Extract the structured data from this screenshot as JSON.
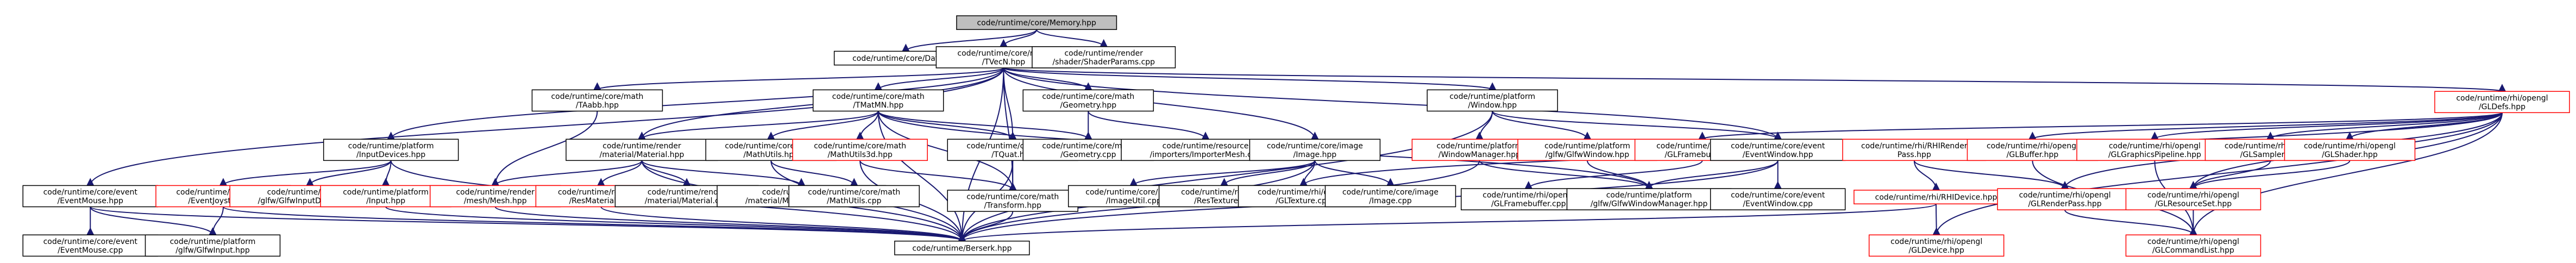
{
  "colors": {
    "edge": "#191970",
    "root_fill": "#bfbfbf",
    "red_border": "#ff0000",
    "node_border": "#000000"
  },
  "nodes": [
    {
      "id": "memory",
      "label": [
        "code/runtime/core/Memory.hpp"
      ],
      "kind": "root"
    },
    {
      "id": "data_cpp",
      "label": [
        "code/runtime/core/Data.cpp"
      ]
    },
    {
      "id": "tvecn",
      "label": [
        "code/runtime/core/math",
        "/TVecN.hpp"
      ]
    },
    {
      "id": "shaderparams",
      "label": [
        "code/runtime/render",
        "/shader/ShaderParams.cpp"
      ]
    },
    {
      "id": "taabb",
      "label": [
        "code/runtime/core/math",
        "/TAabb.hpp"
      ]
    },
    {
      "id": "tmatmn",
      "label": [
        "code/runtime/core/math",
        "/TMatMN.hpp"
      ]
    },
    {
      "id": "geometry_hpp",
      "label": [
        "code/runtime/core/math",
        "/Geometry.hpp"
      ]
    },
    {
      "id": "window_hpp",
      "label": [
        "code/runtime/platform",
        "/Window.hpp"
      ]
    },
    {
      "id": "gldefs",
      "label": [
        "code/runtime/rhi/opengl",
        "/GLDefs.hpp"
      ],
      "kind": "red"
    },
    {
      "id": "inputdevices_hpp",
      "label": [
        "code/runtime/platform",
        "/InputDevices.hpp"
      ]
    },
    {
      "id": "material_hpp",
      "label": [
        "code/runtime/render",
        "/material/Material.hpp"
      ]
    },
    {
      "id": "mathutils_hpp",
      "label": [
        "code/runtime/core/math",
        "/MathUtils.hpp"
      ]
    },
    {
      "id": "mathutils3d",
      "label": [
        "code/runtime/core/math",
        "/MathUtils3d.hpp"
      ],
      "kind": "red"
    },
    {
      "id": "tquat",
      "label": [
        "code/runtime/core/math",
        "/TQuat.hpp"
      ]
    },
    {
      "id": "geometry_cpp",
      "label": [
        "code/runtime/core/math",
        "/Geometry.cpp"
      ]
    },
    {
      "id": "importermesh",
      "label": [
        "code/runtime/resource",
        "/importers/ImporterMesh.cpp"
      ]
    },
    {
      "id": "image_hpp",
      "label": [
        "code/runtime/core/image",
        "/Image.hpp"
      ]
    },
    {
      "id": "windowmanager",
      "label": [
        "code/runtime/platform",
        "/WindowManager.hpp"
      ],
      "kind": "red"
    },
    {
      "id": "glfwwindow_hpp",
      "label": [
        "code/runtime/platform",
        "/glfw/GlfwWindow.hpp"
      ],
      "kind": "red"
    },
    {
      "id": "glframebuffer_hpp",
      "label": [
        "code/runtime/rhi/opengl",
        "/GLFramebuffer.hpp"
      ],
      "kind": "red"
    },
    {
      "id": "eventwindow_hpp",
      "label": [
        "code/runtime/core/event",
        "/EventWindow.hpp"
      ]
    },
    {
      "id": "rhirenderpass",
      "label": [
        "code/runtime/rhi/RHIRender",
        "Pass.hpp"
      ],
      "kind": "red"
    },
    {
      "id": "glbuffer",
      "label": [
        "code/runtime/rhi/opengl",
        "/GLBuffer.hpp"
      ],
      "kind": "red"
    },
    {
      "id": "glpipeline",
      "label": [
        "code/runtime/rhi/opengl",
        "/GLGraphicsPipeline.hpp"
      ],
      "kind": "red"
    },
    {
      "id": "glsampler",
      "label": [
        "code/runtime/rhi/opengl",
        "/GLSampler.hpp"
      ],
      "kind": "red"
    },
    {
      "id": "glshader",
      "label": [
        "code/runtime/rhi/opengl",
        "/GLShader.hpp"
      ],
      "kind": "red"
    },
    {
      "id": "eventmouse_hpp",
      "label": [
        "code/runtime/core/event",
        "/EventMouse.hpp"
      ]
    },
    {
      "id": "eventjoystick",
      "label": [
        "code/runtime/core/event",
        "/EventJoystick.hpp"
      ],
      "kind": "red"
    },
    {
      "id": "glfwinputdevices",
      "label": [
        "code/runtime/platform",
        "/glfw/GlfwInputDevices.hpp"
      ],
      "kind": "red"
    },
    {
      "id": "input_hpp",
      "label": [
        "code/runtime/platform",
        "/Input.hpp"
      ],
      "kind": "red"
    },
    {
      "id": "mesh_hpp",
      "label": [
        "code/runtime/render",
        "/mesh/Mesh.hpp"
      ],
      "kind": "red"
    },
    {
      "id": "resmaterial",
      "label": [
        "code/runtime/resource",
        "/ResMaterial.hpp"
      ],
      "kind": "red"
    },
    {
      "id": "material_cpp",
      "label": [
        "code/runtime/render",
        "/material/Material.cpp"
      ]
    },
    {
      "id": "materialparams",
      "label": [
        "code/runtime/render",
        "/material/MaterialParams.cpp"
      ]
    },
    {
      "id": "mathutils_cpp",
      "label": [
        "code/runtime/core/math",
        "/MathUtils.cpp"
      ]
    },
    {
      "id": "transform",
      "label": [
        "code/runtime/core/math",
        "/Transform.hpp"
      ]
    },
    {
      "id": "imageutil",
      "label": [
        "code/runtime/core/image",
        "/ImageUtil.cpp"
      ]
    },
    {
      "id": "restexture",
      "label": [
        "code/runtime/resource",
        "/ResTexture.cpp"
      ]
    },
    {
      "id": "gltexture",
      "label": [
        "code/runtime/rhi/opengl",
        "/GLTexture.cpp"
      ]
    },
    {
      "id": "image_cpp",
      "label": [
        "code/runtime/core/image",
        "/Image.cpp"
      ]
    },
    {
      "id": "glframebuffer_cpp",
      "label": [
        "code/runtime/rhi/opengl",
        "/GLFramebuffer.cpp"
      ]
    },
    {
      "id": "glfwwindowmanager",
      "label": [
        "code/runtime/platform",
        "/glfw/GlfwWindowManager.hpp"
      ]
    },
    {
      "id": "eventwindow_cpp",
      "label": [
        "code/runtime/core/event",
        "/EventWindow.cpp"
      ]
    },
    {
      "id": "rhidevice",
      "label": [
        "code/runtime/rhi/RHIDevice.hpp"
      ],
      "kind": "red"
    },
    {
      "id": "glrenderpass",
      "label": [
        "code/runtime/rhi/opengl",
        "/GLRenderPass.hpp"
      ],
      "kind": "red"
    },
    {
      "id": "glresourceset",
      "label": [
        "code/runtime/rhi/opengl",
        "/GLResourceSet.hpp"
      ],
      "kind": "red"
    },
    {
      "id": "eventmouse_cpp",
      "label": [
        "code/runtime/core/event",
        "/EventMouse.cpp"
      ]
    },
    {
      "id": "glfwinput",
      "label": [
        "code/runtime/platform",
        "/glfw/GlfwInput.hpp"
      ]
    },
    {
      "id": "berserk",
      "label": [
        "code/runtime/Berserk.hpp"
      ]
    },
    {
      "id": "gldevice",
      "label": [
        "code/runtime/rhi/opengl",
        "/GLDevice.hpp"
      ],
      "kind": "red"
    },
    {
      "id": "glcommandlist",
      "label": [
        "code/runtime/rhi/opengl",
        "/GLCommandList.hpp"
      ],
      "kind": "red"
    }
  ],
  "edges": [
    [
      "memory",
      "data_cpp"
    ],
    [
      "memory",
      "tvecn"
    ],
    [
      "memory",
      "shaderparams"
    ],
    [
      "tvecn",
      "taabb"
    ],
    [
      "tvecn",
      "tmatmn"
    ],
    [
      "tvecn",
      "geometry_hpp"
    ],
    [
      "tvecn",
      "window_hpp"
    ],
    [
      "tvecn",
      "gldefs"
    ],
    [
      "tvecn",
      "inputdevices_hpp"
    ],
    [
      "tvecn",
      "material_hpp"
    ],
    [
      "tvecn",
      "tquat"
    ],
    [
      "tvecn",
      "transform"
    ],
    [
      "tvecn",
      "image_hpp"
    ],
    [
      "tvecn",
      "eventmouse_hpp"
    ],
    [
      "tvecn",
      "eventwindow_hpp"
    ],
    [
      "tvecn",
      "berserk"
    ],
    [
      "taabb",
      "mesh_hpp"
    ],
    [
      "tmatmn",
      "material_hpp"
    ],
    [
      "tmatmn",
      "mathutils_hpp"
    ],
    [
      "tmatmn",
      "mathutils3d"
    ],
    [
      "tmatmn",
      "tquat"
    ],
    [
      "tmatmn",
      "geometry_cpp"
    ],
    [
      "tmatmn",
      "transform"
    ],
    [
      "tmatmn",
      "glfwwindowmanager"
    ],
    [
      "tmatmn",
      "berserk"
    ],
    [
      "geometry_hpp",
      "geometry_cpp"
    ],
    [
      "geometry_hpp",
      "importermesh"
    ],
    [
      "window_hpp",
      "windowmanager"
    ],
    [
      "window_hpp",
      "glfwwindow_hpp"
    ],
    [
      "window_hpp",
      "eventwindow_hpp"
    ],
    [
      "window_hpp",
      "berserk"
    ],
    [
      "gldefs",
      "glframebuffer_hpp"
    ],
    [
      "gldefs",
      "glbuffer"
    ],
    [
      "gldefs",
      "glpipeline"
    ],
    [
      "gldefs",
      "glsampler"
    ],
    [
      "gldefs",
      "glshader"
    ],
    [
      "gldefs",
      "gltexture"
    ],
    [
      "gldefs",
      "glrenderpass"
    ],
    [
      "gldefs",
      "glresourceset"
    ],
    [
      "gldefs",
      "gldevice"
    ],
    [
      "gldefs",
      "glcommandlist"
    ],
    [
      "inputdevices_hpp",
      "eventjoystick"
    ],
    [
      "inputdevices_hpp",
      "glfwinputdevices"
    ],
    [
      "inputdevices_hpp",
      "input_hpp"
    ],
    [
      "inputdevices_hpp",
      "berserk"
    ],
    [
      "material_hpp",
      "mesh_hpp"
    ],
    [
      "material_hpp",
      "resmaterial"
    ],
    [
      "material_hpp",
      "material_cpp"
    ],
    [
      "material_hpp",
      "materialparams"
    ],
    [
      "material_hpp",
      "berserk"
    ],
    [
      "mathutils_hpp",
      "mathutils_cpp"
    ],
    [
      "mathutils_hpp",
      "berserk"
    ],
    [
      "mathutils3d",
      "transform"
    ],
    [
      "mathutils3d",
      "berserk"
    ],
    [
      "tquat",
      "transform"
    ],
    [
      "tquat",
      "berserk"
    ],
    [
      "image_hpp",
      "imageutil"
    ],
    [
      "image_hpp",
      "restexture"
    ],
    [
      "image_hpp",
      "gltexture"
    ],
    [
      "image_hpp",
      "image_cpp"
    ],
    [
      "image_hpp",
      "berserk"
    ],
    [
      "windowmanager",
      "glfwwindowmanager"
    ],
    [
      "windowmanager",
      "berserk"
    ],
    [
      "glfwwindow_hpp",
      "glfwwindowmanager"
    ],
    [
      "glframebuffer_hpp",
      "glframebuffer_cpp"
    ],
    [
      "eventwindow_hpp",
      "glfwwindowmanager"
    ],
    [
      "eventwindow_hpp",
      "eventwindow_cpp"
    ],
    [
      "eventwindow_hpp",
      "berserk"
    ],
    [
      "rhirenderpass",
      "rhidevice"
    ],
    [
      "rhirenderpass",
      "glrenderpass"
    ],
    [
      "glbuffer",
      "glcommandlist"
    ],
    [
      "glpipeline",
      "glcommandlist"
    ],
    [
      "glsampler",
      "glresourceset"
    ],
    [
      "glshader",
      "glresourceset"
    ],
    [
      "eventmouse_hpp",
      "eventmouse_cpp"
    ],
    [
      "eventmouse_hpp",
      "glfwinput"
    ],
    [
      "eventmouse_hpp",
      "berserk"
    ],
    [
      "eventjoystick",
      "glfwinput"
    ],
    [
      "eventjoystick",
      "berserk"
    ],
    [
      "input_hpp",
      "berserk"
    ],
    [
      "mesh_hpp",
      "berserk"
    ],
    [
      "resmaterial",
      "berserk"
    ],
    [
      "transform",
      "berserk"
    ],
    [
      "rhidevice",
      "gldevice"
    ],
    [
      "rhidevice",
      "berserk"
    ],
    [
      "glrenderpass",
      "glcommandlist"
    ],
    [
      "glresourceset",
      "glcommandlist"
    ]
  ]
}
